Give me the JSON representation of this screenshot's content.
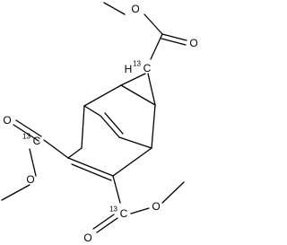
{
  "molecule": {
    "atoms": {
      "o_ester_top": "O",
      "o_carbonyl_top": "O",
      "h_top": "H",
      "iso_top": "13",
      "c_top": "C",
      "o_carbonyl_left": "O",
      "iso_left": "13",
      "c_left": "C",
      "o_ester_left": "O",
      "iso_bottom": "13",
      "c_bottom": "C",
      "o_carbonyl_bottom": "O",
      "o_ester_bottom": "O"
    }
  }
}
